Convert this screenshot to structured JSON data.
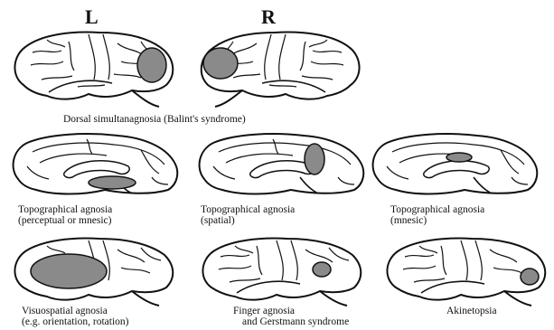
{
  "hemisphere_labels": {
    "left": "L",
    "right": "R"
  },
  "panels": [
    {
      "id": "dorsal",
      "caption_lines": [
        "Dorsal simultanagnosia (Balint's syndrome)"
      ]
    },
    {
      "id": "topo-perceptual",
      "caption_lines": [
        "Topographical agnosia",
        "(perceptual or mnesic)"
      ]
    },
    {
      "id": "topo-spatial",
      "caption_lines": [
        "Topographical agnosia",
        "(spatial)"
      ]
    },
    {
      "id": "topo-mnesic",
      "caption_lines": [
        "Topographical agnosia",
        "(mnesic)"
      ]
    },
    {
      "id": "visuospatial",
      "caption_lines": [
        "Visuospatial agnosia",
        "(e.g. orientation, rotation)"
      ]
    },
    {
      "id": "finger",
      "caption_lines": [
        "Finger agnosia",
        "and Gerstmann syndrome"
      ]
    },
    {
      "id": "akinetopsia",
      "caption_lines": [
        "Akinetopsia"
      ]
    }
  ],
  "colors": {
    "ink": "#111111",
    "background": "#ffffff",
    "lesion_fill": "#8a8a8a"
  }
}
